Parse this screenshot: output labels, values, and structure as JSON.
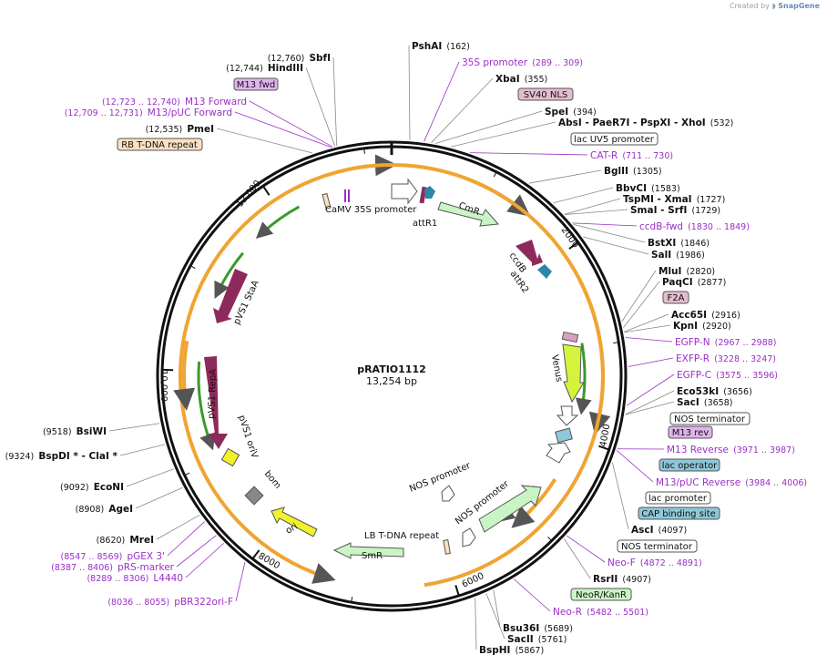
{
  "credit": {
    "prefix": "Created by",
    "brand": "SnapGene"
  },
  "plasmid": {
    "name": "pRATIO1112",
    "size": "13,254 bp"
  },
  "ruler": [
    "2000",
    "4000",
    "6000",
    "8000",
    "10,000",
    "12,000"
  ],
  "left_labels": [
    {
      "name": "SbfI",
      "pos": "(12,760)"
    },
    {
      "name": "HindIII",
      "pos": "(12,744)"
    },
    {
      "name": "PmeI",
      "pos": "(12,535)"
    },
    {
      "name": "BsiWI",
      "pos": "(9518)"
    },
    {
      "name": "BspDI * - ClaI *",
      "pos": "(9324)"
    },
    {
      "name": "EcoNI",
      "pos": "(9092)"
    },
    {
      "name": "AgeI",
      "pos": "(8908)"
    },
    {
      "name": "MreI",
      "pos": "(8620)"
    }
  ],
  "right_labels": [
    {
      "name": "PshAI",
      "pos": "(162)"
    },
    {
      "name": "XbaI",
      "pos": "(355)"
    },
    {
      "name": "SpeI",
      "pos": "(394)"
    },
    {
      "name": "AbsI - PaeR7I - PspXI - XhoI",
      "pos": "(532)"
    },
    {
      "name": "BglII",
      "pos": "(1305)"
    },
    {
      "name": "BbvCI",
      "pos": "(1583)"
    },
    {
      "name": "TspMI - XmaI",
      "pos": "(1727)"
    },
    {
      "name": "SmaI - SrfI",
      "pos": "(1729)"
    },
    {
      "name": "BstXI",
      "pos": "(1846)"
    },
    {
      "name": "SalI",
      "pos": "(1986)"
    },
    {
      "name": "MluI",
      "pos": "(2820)"
    },
    {
      "name": "PaqCI",
      "pos": "(2877)"
    },
    {
      "name": "Acc65I",
      "pos": "(2916)"
    },
    {
      "name": "KpnI",
      "pos": "(2920)"
    },
    {
      "name": "Eco53kI",
      "pos": "(3656)"
    },
    {
      "name": "SacI",
      "pos": "(3658)"
    },
    {
      "name": "AscI",
      "pos": "(4097)"
    },
    {
      "name": "RsrII",
      "pos": "(4907)"
    },
    {
      "name": "Bsu36I",
      "pos": "(5689)"
    },
    {
      "name": "SacII",
      "pos": "(5761)"
    },
    {
      "name": "BspHI",
      "pos": "(5867)"
    }
  ],
  "primers_left": [
    {
      "name": "M13 Forward",
      "pos": "(12,723 .. 12,740)"
    },
    {
      "name": "M13/pUC Forward",
      "pos": "(12,709 .. 12,731)"
    },
    {
      "name": "pGEX 3'",
      "pos": "(8547 .. 8569)"
    },
    {
      "name": "pRS-marker",
      "pos": "(8387 .. 8406)"
    },
    {
      "name": "L4440",
      "pos": "(8289 .. 8306)"
    },
    {
      "name": "pBR322ori-F",
      "pos": "(8036 .. 8055)"
    }
  ],
  "primers_right": [
    {
      "name": "35S promoter",
      "pos": "(289 .. 309)"
    },
    {
      "name": "CAT-R",
      "pos": "(711 .. 730)"
    },
    {
      "name": "ccdB-fwd",
      "pos": "(1830 .. 1849)"
    },
    {
      "name": "EGFP-N",
      "pos": "(2967 .. 2988)"
    },
    {
      "name": "EXFP-R",
      "pos": "(3228 .. 3247)"
    },
    {
      "name": "EGFP-C",
      "pos": "(3575 .. 3596)"
    },
    {
      "name": "M13 Reverse",
      "pos": "(3971 .. 3987)"
    },
    {
      "name": "M13/pUC Reverse",
      "pos": "(3984 .. 4006)"
    },
    {
      "name": "Neo-F",
      "pos": "(4872 .. 4891)"
    },
    {
      "name": "Neo-R",
      "pos": "(5482 .. 5501)"
    }
  ],
  "boxes": {
    "m13_fwd": "M13 fwd",
    "rb_tdna": "RB T-DNA repeat",
    "sv40": "SV40 NLS",
    "lac_uv5": "lac UV5 promoter",
    "f2a": "F2A",
    "nos_term1": "NOS terminator",
    "m13_rev": "M13 rev",
    "lac_op": "lac operator",
    "lac_prom": "lac promoter",
    "cap": "CAP binding site",
    "nos_term2": "NOS terminator",
    "neo": "NeoR/KanR"
  },
  "features": {
    "camv": "CaMV 35S promoter",
    "attr1": "attR1",
    "cmr": "CmR",
    "ccdb": "ccdB",
    "attr2": "attR2",
    "venus": "Venus",
    "psta": "pVS1 StaA",
    "prepa": "pVS1 RepA",
    "pori": "pVS1 oriV",
    "bom": "bom",
    "ori": "ori",
    "lb": "LB T-DNA repeat",
    "smr": "SmR",
    "nos1": "NOS promoter",
    "nos2": "NOS promoter"
  },
  "colors": {
    "primer": "#9b2ec6",
    "orf": "#f0a431",
    "cds_green": "#c9f5c4",
    "cds_maroon": "#8e2a5b",
    "ori_yellow": "#f2f22a",
    "lac_box": "#8ec7d8",
    "m13_box": "#dfb4ec",
    "rb_box": "#fbe0c1",
    "sv40_box": "#e3bccf"
  }
}
